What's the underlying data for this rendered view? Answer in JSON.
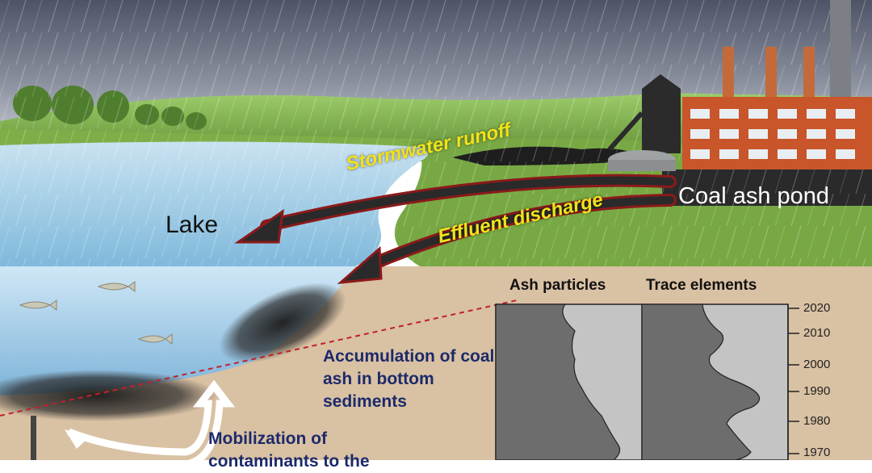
{
  "labels": {
    "lake": "Lake",
    "coal_ash_pond": "Coal ash pond",
    "stormwater_runoff": "Stormwater runoff",
    "effluent_discharge": "Effluent discharge",
    "accumulation": "Accumulation of coal ash in bottom sediments",
    "mobilization": "Mobilization of contaminants to the"
  },
  "core_columns": {
    "ash_particles": "Ash particles",
    "trace_elements": "Trace elements"
  },
  "year_ticks": [
    "2020",
    "2010",
    "2000",
    "1990",
    "1980",
    "1970"
  ],
  "colors": {
    "sky_dark": "#5a5f72",
    "lake_blue": "#a9d3ee",
    "grass": "#6f9e3c",
    "sediment": "#d9c1a3",
    "brick": "#c9552b",
    "label_yellow": "#f2e21b",
    "label_navy": "#1c2a6b",
    "core_dark": "#6d6d6d",
    "core_light": "#c4c4c4"
  },
  "icons": [
    "fish-icon",
    "factory-icon",
    "tree-icon",
    "arrow-icon",
    "chimney-icon"
  ]
}
